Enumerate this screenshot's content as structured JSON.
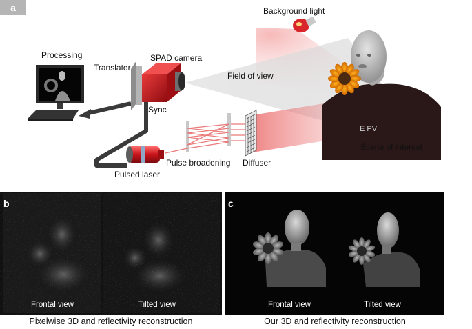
{
  "panels": {
    "a": {
      "tag": "a",
      "labels": {
        "background_light": "Background light",
        "processing": "Processing",
        "spad_camera": "SPAD camera",
        "translator": "Translator",
        "field_of_view": "Field of view",
        "sync": "Sync",
        "scene_of_interest": "Scene of interest",
        "pulse_broadening": "Pulse broadening",
        "diffuser": "Diffuser",
        "pulsed_laser": "Pulsed laser",
        "shirt_text": "E PV"
      }
    },
    "b": {
      "tag": "b",
      "frontal_view": "Frontal view",
      "tilted_view": "Tilted view",
      "caption": "Pixelwise 3D and reflectivity reconstruction"
    },
    "c": {
      "tag": "c",
      "frontal_view": "Frontal view",
      "tilted_view": "Tilted view",
      "caption": "Our 3D and reflectivity reconstruction"
    }
  },
  "colors": {
    "laser_red": "#d8262b",
    "camera_red": "#c8141b",
    "panel_bg": "#0c0c0c"
  }
}
